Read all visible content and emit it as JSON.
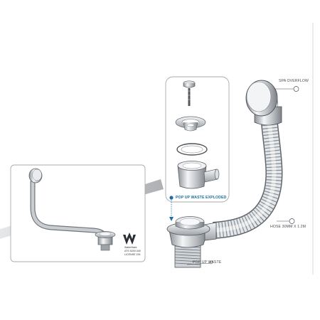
{
  "labels": {
    "spa_overflow": "SPA OVERFLOW",
    "hose": "HOSE 30MM X 1.2M",
    "pop_up_waste": "POP UP WASTE",
    "pop_up_waste_exploded": "POP UP WASTE EXPLODED"
  },
  "watermark": {
    "brand": "WaterMark",
    "standard": "ATS 5200.040",
    "licence": "LICENSE 226"
  },
  "colors": {
    "line": "#4a4f55",
    "accent": "#1c6ea4",
    "metal": "#c9ccd0",
    "hose": "#dde0e4",
    "panel_border": "#a7a9ac"
  }
}
